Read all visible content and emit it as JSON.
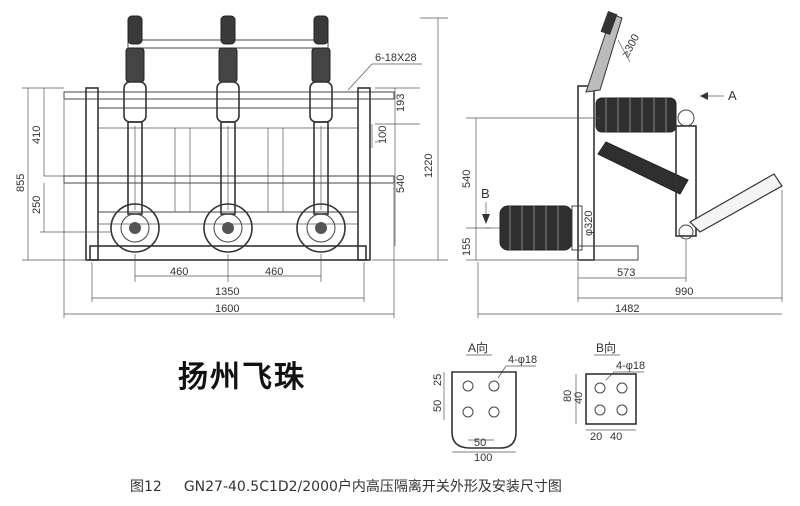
{
  "front_view": {
    "label_6x28": "6-18X28",
    "dims": {
      "d193": "193",
      "d100": "100",
      "d540": "540",
      "d1220": "1220",
      "d410": "410",
      "d855": "855",
      "d250": "250",
      "d460_left": "460",
      "d460_right": "460",
      "d1350": "1350",
      "d1600": "1600"
    }
  },
  "side_view": {
    "arrow_a": "A",
    "arrow_b": "B",
    "dims": {
      "d300": "≥300",
      "d540": "540",
      "d155": "155",
      "d320": "φ320",
      "d573": "573",
      "d990": "990",
      "d1482": "1482"
    }
  },
  "view_a": {
    "title": "A向",
    "holes": "4-φ18",
    "d25": "25",
    "d50v": "50",
    "d50h": "50",
    "d100": "100"
  },
  "view_b": {
    "title": "B向",
    "holes": "4-φ18",
    "d80": "80",
    "d40v": "40",
    "d20": "20",
    "d40h": "40"
  },
  "brand": "扬州飞珠",
  "caption": {
    "figure": "图12",
    "model": "GN27-40.5C1D2/2000",
    "description": "户内高压隔离开关外形及安装尺寸图"
  }
}
